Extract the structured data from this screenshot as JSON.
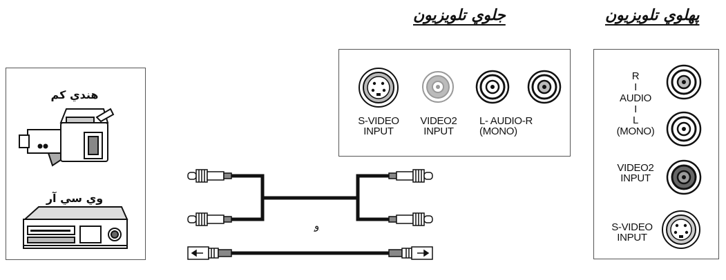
{
  "titles": {
    "tv_side": "پهلوي تلويزيون",
    "tv_front": "جلوي تلويزيون"
  },
  "devices": {
    "camcorder": "هندي کم",
    "vcr": "وي سي آر"
  },
  "connector_word": "و",
  "front_panel": {
    "svideo_line1": "S-VIDEO",
    "svideo_line2": "INPUT",
    "video2_line1": "VIDEO2",
    "video2_line2": "INPUT",
    "audio_line1": "L- AUDIO-R",
    "audio_line2": "(MONO)"
  },
  "side_panel": {
    "r": "R",
    "dash": "I",
    "audio": "AUDIO",
    "l": "L",
    "mono": "(MONO)",
    "video2_line1": "VIDEO2",
    "video2_line2": "INPUT",
    "svideo_line1": "S-VIDEO",
    "svideo_line2": "INPUT"
  },
  "icons": [
    "camcorder-icon",
    "vcr-icon",
    "rca-jack-icon",
    "svideo-jack-icon",
    "rca-plug-icon",
    "svideo-plug-icon"
  ]
}
